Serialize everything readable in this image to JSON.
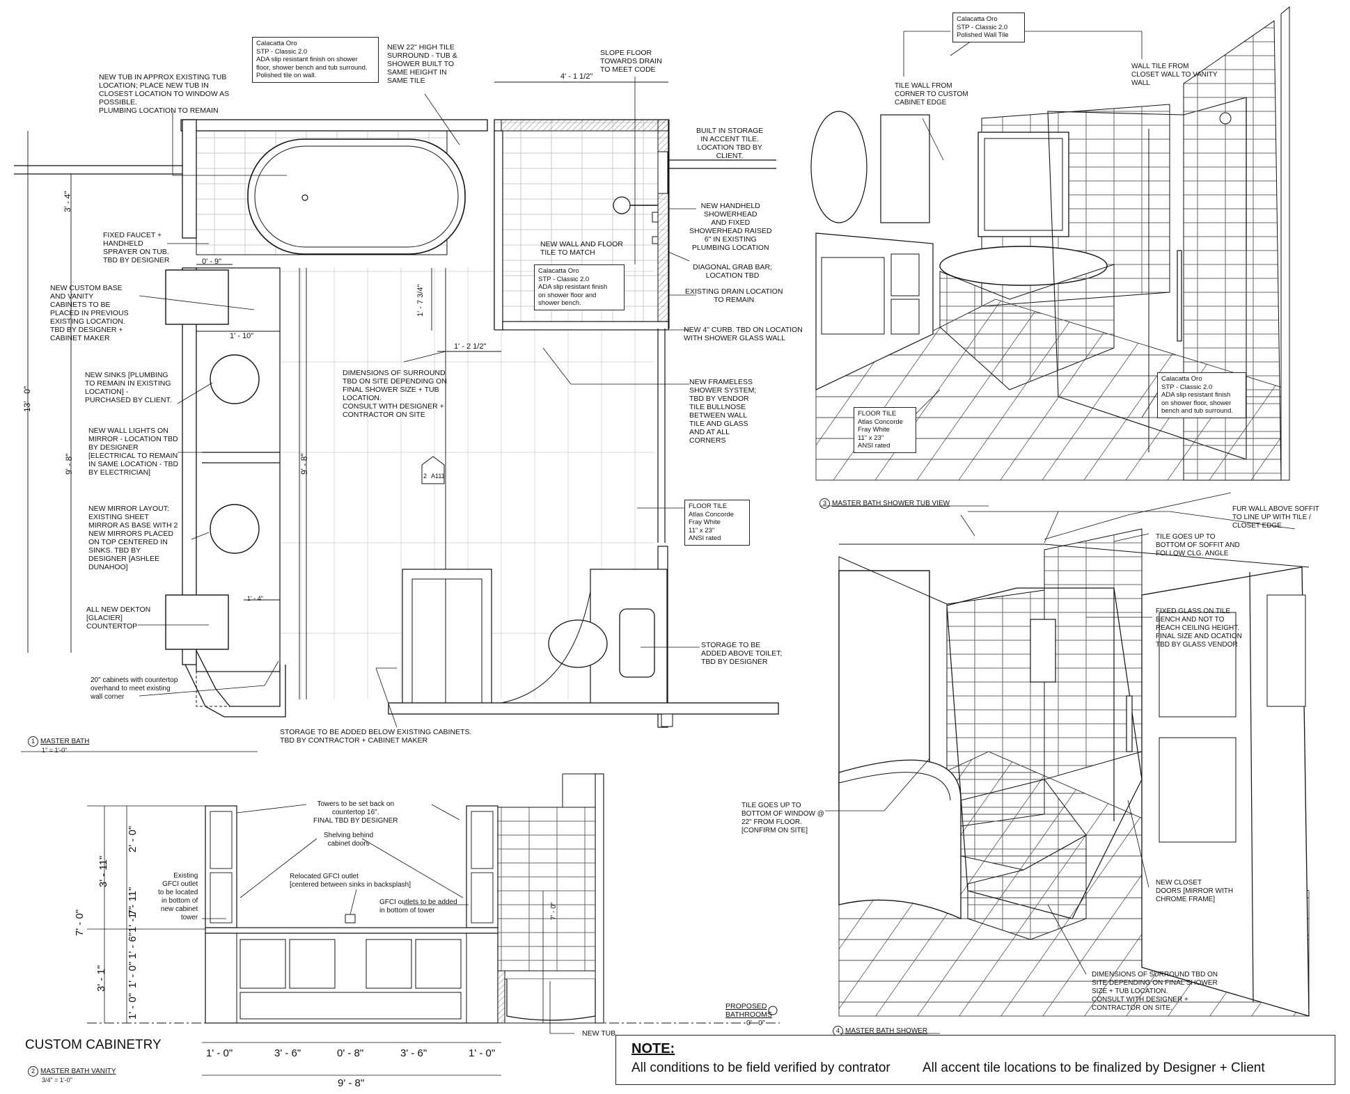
{
  "sheet": {
    "custom_cabinetry_title": "CUSTOM CABINETRY",
    "note": {
      "heading": "NOTE:",
      "line1": "All conditions to be field verified by contrator",
      "line2": "All accent tile locations to be finalized by Designer + Client"
    }
  },
  "views": {
    "plan": {
      "number": "1",
      "name": "MASTER BATH",
      "scale": "1\" = 1'-0\""
    },
    "vanity": {
      "number": "2",
      "name": "MASTER BATH VANITY",
      "scale": "3/4\" = 1'-0\""
    },
    "shower_tub": {
      "number": "3",
      "name": "MASTER BATH SHOWER TUB VIEW"
    },
    "shower": {
      "number": "4",
      "name": "MASTER BATH SHOWER"
    }
  },
  "plan_notes": {
    "tub": "NEW TUB IN APPROX EXISTING TUB\nLOCATION; PLACE NEW TUB IN\nCLOSEST LOCATION TO WINDOW AS\nPOSSIBLE.\nPLUMBING LOCATION TO REMAIN",
    "material_top": "Calacatta Oro\nSTP - Classic 2.0\nADA slip resistant finish on shower\nfloor, shower bench and tub surround.\nPolished tile on wall.",
    "surround": "NEW 22\" HIGH TILE\nSURROUND - TUB &\nSHOWER BUILT TO\nSAME HEIGHT IN\nSAME TILE",
    "slope": "SLOPE FLOOR\nTOWARDS DRAIN\nTO MEET CODE",
    "storage_accent": "BUILT IN STORAGE\nIN ACCENT TILE.\nLOCATION TBD  BY\nCLIENT.",
    "showerhead": "NEW HANDHELD\nSHOWERHEAD\nAND FIXED\nSHOWERHEAD RAISED\n6\" IN EXISTING\nPLUMBING LOCATION",
    "grab_bar": "DIAGONAL GRAB BAR;\nLOCATION TBD",
    "drain": "EXISTING DRAIN LOCATION\nTO REMAIN",
    "curb": "NEW 4\" CURB.  TBD ON LOCATION\nWITH SHOWER GLASS WALL",
    "frameless": "NEW FRAMELESS\nSHOWER SYSTEM;\nTBD BY VENDOR\nTILE BULLNOSE\nBETWEEN WALL\nTILE AND GLASS\nAND AT ALL\nCORNERS",
    "wall_floor": "NEW WALL AND FLOOR\nTILE TO MATCH",
    "material_mid": "Calacatta Oro\nSTP - Classic 2.0\nADA slip resistant finish\non shower floor and\nshower bench.",
    "faucet": "FIXED FAUCET +\nHANDHELD\nSPRAYER ON TUB.\nTBD BY DESIGNER",
    "vanity_cab": "NEW CUSTOM BASE\nAND VANITY\nCABINETS TO BE\nPLACED IN PREVIOUS\nEXISTING LOCATION.\nTBD BY DESIGNER +\nCABINET MAKER",
    "sinks": "NEW SINKS [PLUMBING\nTO REMAIN IN EXISTING\nLOCATION] -\nPURCHASED BY CLIENT.",
    "lights": "NEW WALL LIGHTS ON\nMIRROR - LOCATION TBD\nBY DESIGNER\n[ELECTRICAL TO REMAIN\nIN SAME LOCATION - TBD\nBY ELECTRICIAN]",
    "mirror": "NEW MIRROR LAYOUT:\nEXISTING SHEET\nMIRROR AS BASE WITH 2\nNEW MIRRORS PLACED\nON TOP CENTERED IN\nSINKS.  TBD BY\nDESIGNER [ASHLEE\nDUNAHOO]",
    "countertop": "ALL NEW DEKTON\n[GLACIER]\nCOUNTERTOP",
    "cab20": "20\" cabinets with countertop\noverhand to meet existing\nwall corner",
    "dims_surround": "DIMENSIONS OF SURROUND\nTBD ON SITE DEPENDING ON\nFINAL SHOWER SIZE + TUB\nLOCATION.\nCONSULT WITH DESIGNER +\nCONTRACTOR ON SITE",
    "floor_tile": "FLOOR TILE\nAtlas Concorde\nFray White\n11\" x 23\"\nANSI rated",
    "storage_toilet": "STORAGE TO BE\nADDED ABOVE TOILET;\nTBD BY DESIGNER",
    "storage_below": "STORAGE TO BE ADDED BELOW EXISTING CABINETS.\nTBD BY CONTRACTOR + CABINET MAKER",
    "section_tag": "A111",
    "section_num": "2"
  },
  "plan_dims": {
    "shower_width": "4' - 1 1/2\"",
    "faucet_offset": "0' - 9\"",
    "sink_offset": "1' - 10\"",
    "counter_offset": "1' - 4\"",
    "bench_depth": "1' - 7 3/4\"",
    "curb_width": "1' - 2 1/2\"",
    "tub_len": "3' - 4\"",
    "room_len": "13' - 0\"",
    "vanity_len": "9' - 8\"",
    "floor_len": "9' - 8\""
  },
  "vanity_notes": {
    "towers": "Towers to be set back on\ncountertop 16\".\nFINAL TBD BY DESIGNER",
    "shelving": "Shelving behind\ncabinet doors",
    "gfci_existing": "Existing\nGFCI outlet\nto be located\nin bottom of\nnew cabinet\ntower",
    "gfci_relocated": "Relocated GFCI outlet\n[centered between sinks in backsplash]",
    "gfci_added": "GFCI outlets to be added\nin bottom of tower",
    "new_tub": "NEW TUB",
    "level_name": "PROPOSED\nBATHROOMS",
    "level_value": "0' - 0\"",
    "tile_height": "7' - 0\""
  },
  "vanity_dims": {
    "horizontal": [
      "1' - 0\"",
      "3' - 6\"",
      "0' - 8\"",
      "3' - 6\"",
      "1' - 0\""
    ],
    "overall": "9' - 8\"",
    "vertical_left": [
      "7' - 0\"",
      "3' - 1\""
    ],
    "vertical_right": [
      "2' - 0\"",
      "3' - 11\"",
      "1' - 11\"",
      "1' - 6\"",
      "1' - 7\"",
      "1' - 0\"",
      "1' - 0\""
    ]
  },
  "view3_notes": {
    "wall_tile_box": "Calacatta Oro\nSTP - Classic 2.0\nPolished Wall Tile",
    "tile_wall": "TILE WALL FROM\nCORNER TO CUSTOM\nCABINET EDGE",
    "wall_tile": "WALL TILE FROM\nCLOSET WALL TO VANITY\nWALL",
    "floor_tile": "FLOOR TILE\nAtlas Concorde\nFray White\n11\" x 23\"\nANSI rated",
    "material": "Calacatta Oro\nSTP - Classic 2.0\nADA slip resistant finish\non shower floor, shower\nbench and tub surround."
  },
  "view4_notes": {
    "fur_wall": "FUR WALL ABOVE SOFFIT\nTO LINE UP WITH TILE /\nCLOSET EDGE",
    "tile_soffit": "TILE GOES UP TO\nBOTTOM OF SOFFIT AND\nFOLLOW CLG. ANGLE",
    "fixed_glass": "FIXED GLASS ON TILE\nBENCH AND NOT TO\nREACH CEILING HEIGHT.\nFINAL SIZE AND OCATION\nTBD BY GLASS VENDOR",
    "tile_window": "TILE GOES UP TO\nBOTTOM OF WINDOW @\n22\" FROM FLOOR.\n[CONFIRM ON SITE]",
    "closet": "NEW CLOSET\nDOORS [MIRROR WITH\nCHROME FRAME]",
    "dims": "DIMENSIONS OF SURROUND TBD ON\nSITE DEPENDING ON FINAL SHOWER\nSIZE + TUB LOCATION.\nCONSULT WITH DESIGNER +\nCONTRACTOR ON SITE."
  }
}
